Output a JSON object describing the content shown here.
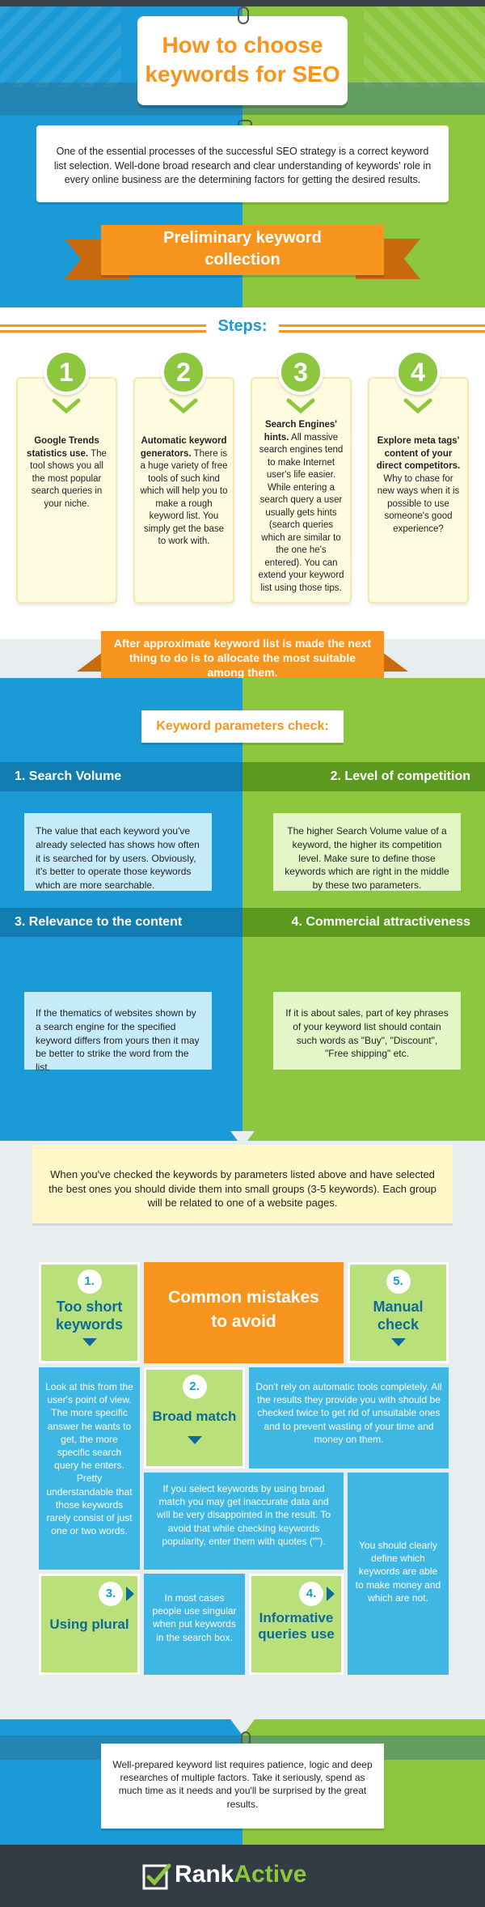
{
  "header": {
    "title_line1": "How to choose",
    "title_line2": "keywords for SEO",
    "intro": "One of the essential processes of the successful SEO strategy is a correct keyword list selection. Well-done broad research and clear understanding of keywords' role in every online business are the determining factors for getting the desired results."
  },
  "preliminary": {
    "line1": "Preliminary keyword",
    "line2": "collection"
  },
  "steps": {
    "heading": "Steps:",
    "items": [
      {
        "num": "1",
        "bold": "Google Trends statistics use.",
        "text": "The tool shows you all the most popular search queries in your niche."
      },
      {
        "num": "2",
        "bold": "Automatic keyword generators.",
        "text": "There is a huge variety of free tools of such kind which will help you to make a rough keyword list. You simply get the base to work with."
      },
      {
        "num": "3",
        "bold": "Search Engines' hints.",
        "text": "All massive search engines tend to make Internet user's life easier. While entering a search query a user usually gets hints (search queries which are similar to the one he's entered). You can extend your keyword list using those tips."
      },
      {
        "num": "4",
        "bold": "Explore meta tags' content of your direct competitors.",
        "text": "Why to chase for new ways when it is possible to use someone's good experience?"
      }
    ]
  },
  "allocate": {
    "text": "After approximate keyword list is made the next thing to do is to allocate the most suitable among them."
  },
  "parameters": {
    "heading": "Keyword parameters check:",
    "items": [
      {
        "title": "1. Search Volume",
        "text": "The value that each keyword you've already selected has shows how often it is searched for by users. Obviously, it's better to operate those keywords which are more searchable."
      },
      {
        "title": "2. Level of competition",
        "text": "The higher Search Volume value of a keyword, the higher its competition level. Make sure to define those keywords which are right in the middle by these two parameters."
      },
      {
        "title": "3. Relevance to the content",
        "text": "If the thematics of websites shown by a search engine for the specified keyword differs from yours then it may be better to strike the word from the list."
      },
      {
        "title": "4. Commercial attractiveness",
        "text": "If it is about sales, part of key phrases of your keyword list should contain such words as \"Buy\", \"Discount\", \"Free shipping\" etc."
      }
    ]
  },
  "grouping": {
    "text": "When you've checked the keywords by parameters listed above and have selected the best ones you should divide them into small groups (3-5 keywords). Each group will be related to one of a website pages."
  },
  "mistakes": {
    "title_line1": "Common mistakes",
    "title_line2": "to avoid",
    "m1_num": "1.",
    "m1_title": "Too short keywords",
    "m1_text": "Look at this from the user's point of view. The more specific answer he wants to get, the more specific search query he enters. Pretty understandable that those keywords rarely consist of just one or two words.",
    "m2_num": "2.",
    "m2_title": "Broad match",
    "m2_text": "If you select keywords by using broad match you may get inaccurate data and will be very disappointed in the result. To avoid that while checking keywords popularity, enter them with quotes (\"\").",
    "m3_num": "3.",
    "m3_title": "Using plural",
    "m3_text": "In most cases people use singular when put keywords in the search box.",
    "m4_num": "4.",
    "m4_title": "Informative queries use",
    "m4_text": "You should clearly define which keywords are able to make money and which are not.",
    "m5_num": "5.",
    "m5_title": "Manual check",
    "m5_text": "Don't rely on automatic tools completely. All the results they provide you with should be checked twice to get rid of unsuitable ones and to prevent wasting of your time and money on them."
  },
  "conclusion": {
    "text": "Well-prepared keyword list requires patience, logic and deep researches of multiple factors. Take it seriously, spend as much time as it needs and you'll be surprised by the great results."
  },
  "footer": {
    "brand_a": "Rank",
    "brand_b": "Active"
  },
  "colors": {
    "blue": "#1a9ad6",
    "green": "#8dc63f",
    "orange": "#f7941d",
    "dark": "#333c44"
  }
}
